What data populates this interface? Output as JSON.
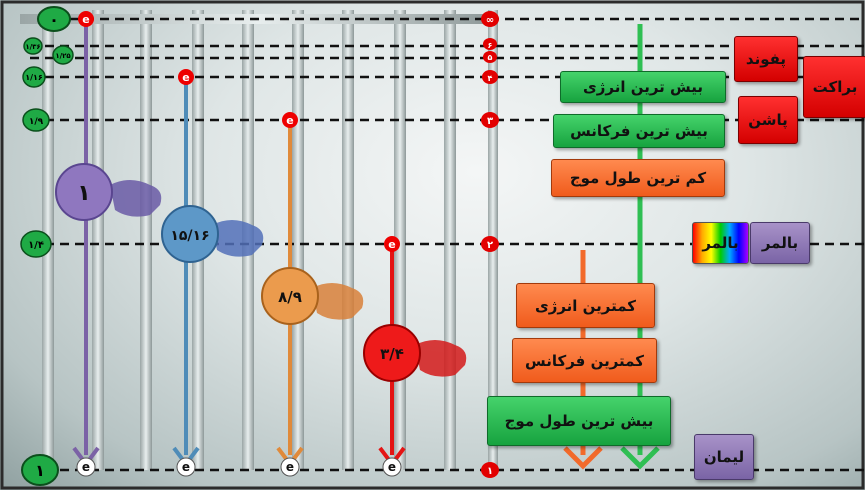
{
  "levels_left": [
    {
      "label": "۰",
      "id": "inf"
    },
    {
      "label": "۱/۲۵",
      "id": "n5a"
    },
    {
      "label": "۱/۳۶",
      "id": "n6"
    },
    {
      "label": "۱/۱۶",
      "id": "n4"
    },
    {
      "label": "۱/۹",
      "id": "n3"
    },
    {
      "label": "۱/۴",
      "id": "n2"
    },
    {
      "label": "۱",
      "id": "n1"
    }
  ],
  "levels_right": [
    "∞",
    "۶",
    "۵",
    "۴",
    "۳",
    "۲",
    "۱"
  ],
  "transitions": [
    {
      "fraction": "۱",
      "color": "#7b62a6"
    },
    {
      "fraction": "۱۵/۱۶",
      "color": "#4f8cb8"
    },
    {
      "fraction": "۸/۹",
      "color": "#e08a3a"
    },
    {
      "fraction": "۳/۴",
      "color": "#e41414"
    }
  ],
  "electron_label": "e",
  "labels": {
    "max_energy": "بیش ترین انرژی",
    "max_frequency": "بیش ترین فرکانس",
    "min_wavelength": "کم ترین طول موج",
    "min_energy": "کمترین انرژی",
    "min_frequency": "کمترین فرکانس",
    "max_wavelength": "بیش ترین طول موج",
    "pfund": "پفوند",
    "brackett": "براکت",
    "paschen": "پاشن",
    "balmer_rainbow": "بالمر",
    "balmer": "بالمر",
    "lyman": "لیمان"
  },
  "colors": {
    "green": "#1fae48",
    "orange": "#f26a2b",
    "red": "#e00000",
    "purple": "#8a74b4"
  }
}
